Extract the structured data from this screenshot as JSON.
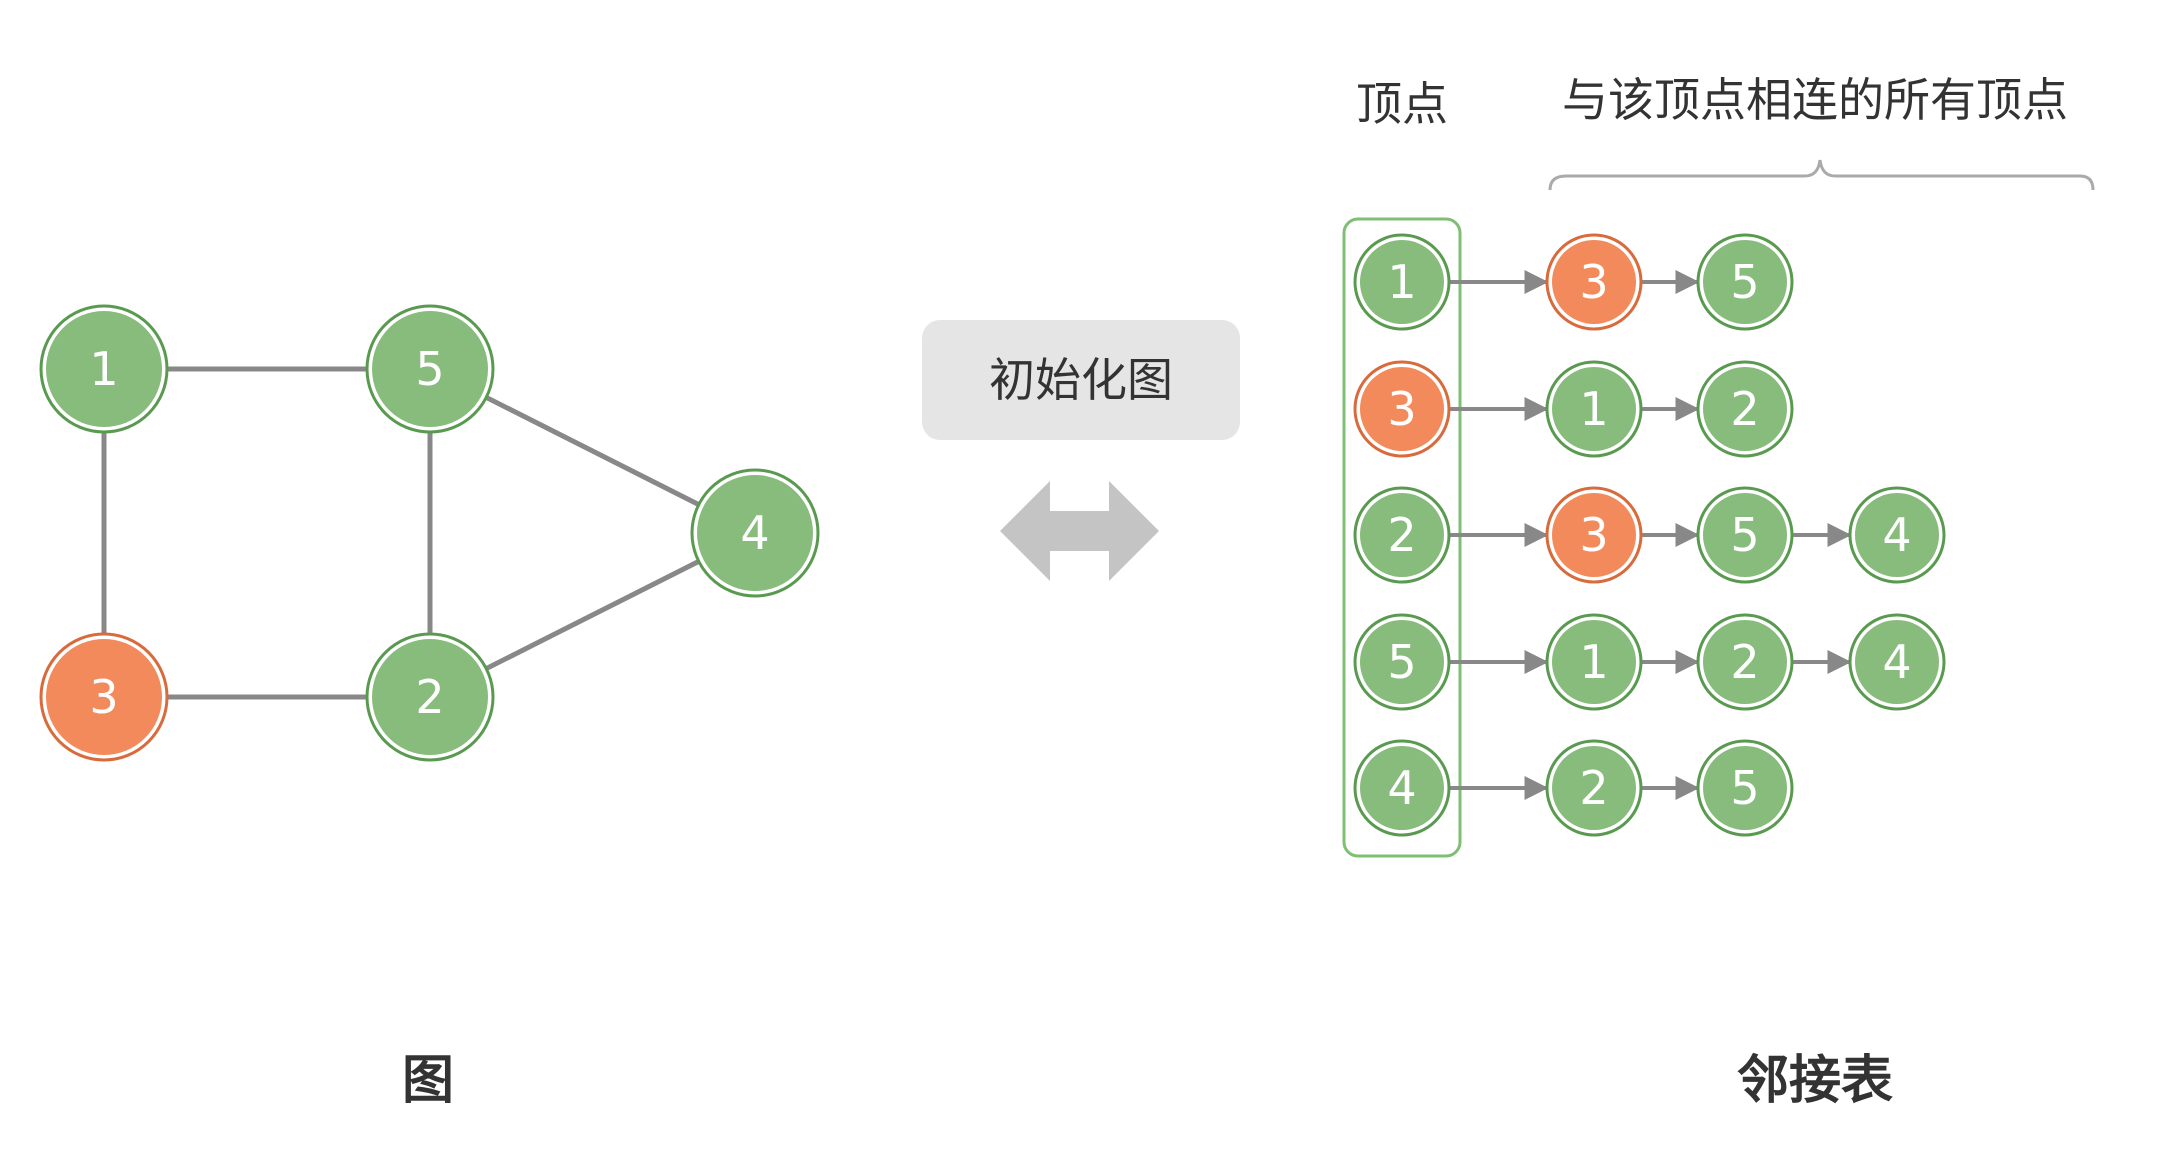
{
  "colors": {
    "green_fill": "#87bc7c",
    "green_stroke": "#5a9a50",
    "orange_fill": "#f38a5c",
    "orange_stroke": "#d86a3c",
    "edge": "#888888",
    "arrow": "#888888",
    "double_arrow": "#c4c4c4",
    "button_bg": "#e5e5e5",
    "column_border": "#7fbf74",
    "brace": "#aaaaaa"
  },
  "graph": {
    "caption": "图",
    "nodes": [
      {
        "id": "1",
        "color": "green"
      },
      {
        "id": "5",
        "color": "green"
      },
      {
        "id": "4",
        "color": "green"
      },
      {
        "id": "3",
        "color": "orange"
      },
      {
        "id": "2",
        "color": "green"
      }
    ],
    "edges": [
      [
        "1",
        "5"
      ],
      [
        "1",
        "3"
      ],
      [
        "5",
        "2"
      ],
      [
        "5",
        "4"
      ],
      [
        "3",
        "2"
      ],
      [
        "2",
        "4"
      ]
    ]
  },
  "transform": {
    "label": "初始化图"
  },
  "adjacency_list": {
    "caption": "邻接表",
    "vertex_header": "顶点",
    "neighbors_header": "与该顶点相连的所有顶点",
    "rows": [
      {
        "vertex": {
          "id": "1",
          "color": "green"
        },
        "neighbors": [
          {
            "id": "3",
            "color": "orange"
          },
          {
            "id": "5",
            "color": "green"
          }
        ]
      },
      {
        "vertex": {
          "id": "3",
          "color": "orange"
        },
        "neighbors": [
          {
            "id": "1",
            "color": "green"
          },
          {
            "id": "2",
            "color": "green"
          }
        ]
      },
      {
        "vertex": {
          "id": "2",
          "color": "green"
        },
        "neighbors": [
          {
            "id": "3",
            "color": "orange"
          },
          {
            "id": "5",
            "color": "green"
          },
          {
            "id": "4",
            "color": "green"
          }
        ]
      },
      {
        "vertex": {
          "id": "5",
          "color": "green"
        },
        "neighbors": [
          {
            "id": "1",
            "color": "green"
          },
          {
            "id": "2",
            "color": "green"
          },
          {
            "id": "4",
            "color": "green"
          }
        ]
      },
      {
        "vertex": {
          "id": "4",
          "color": "green"
        },
        "neighbors": [
          {
            "id": "2",
            "color": "green"
          },
          {
            "id": "5",
            "color": "green"
          }
        ]
      }
    ]
  }
}
